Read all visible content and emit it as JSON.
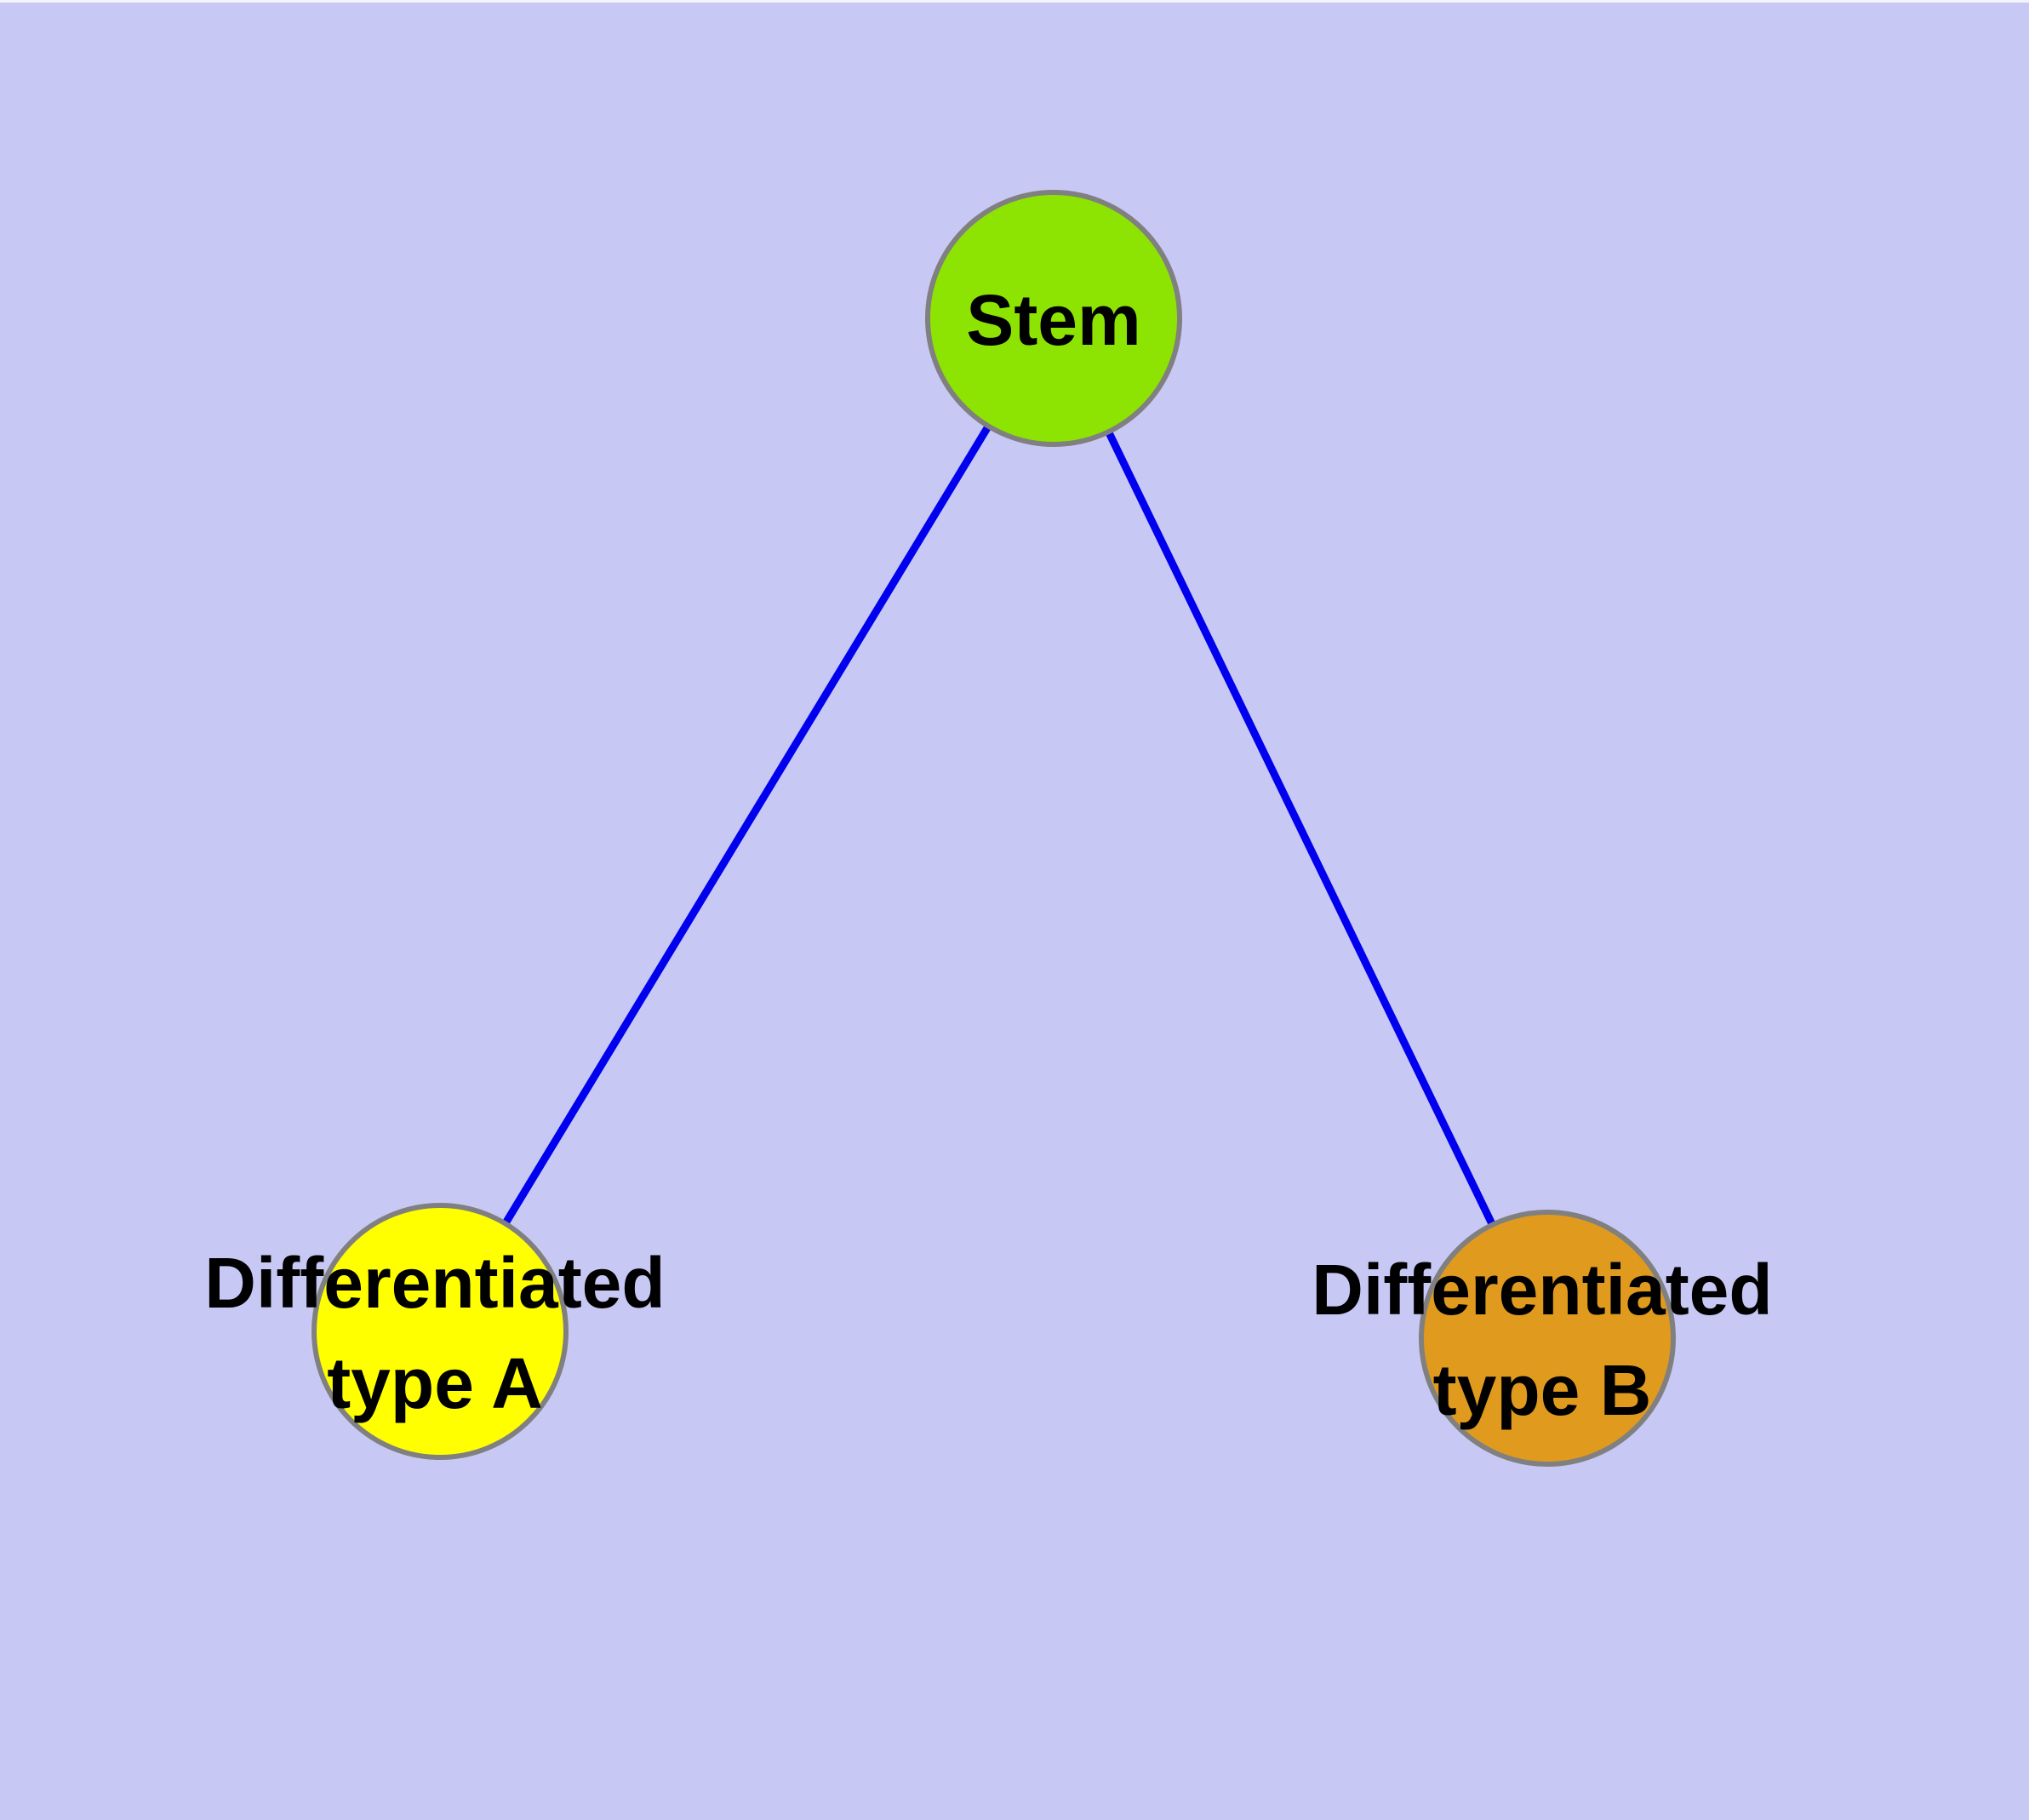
{
  "colors": {
    "background": "#c8c8f5",
    "edge": "#0000ee",
    "node_border": "#808080",
    "label_text": "#000000",
    "stem_fill": "#8de402",
    "type_a_fill": "#ffff00",
    "type_b_fill": "#e09a1e"
  },
  "nodes": {
    "stem": {
      "id": "stem",
      "label": "Stem"
    },
    "typeA": {
      "id": "typeA",
      "label_lines": [
        "Differentiated",
        "type A"
      ]
    },
    "typeB": {
      "id": "typeB",
      "label_lines": [
        "Differentiated",
        "type B"
      ]
    }
  },
  "edges": [
    {
      "from": "stem",
      "to": "typeA"
    },
    {
      "from": "stem",
      "to": "typeB"
    }
  ]
}
